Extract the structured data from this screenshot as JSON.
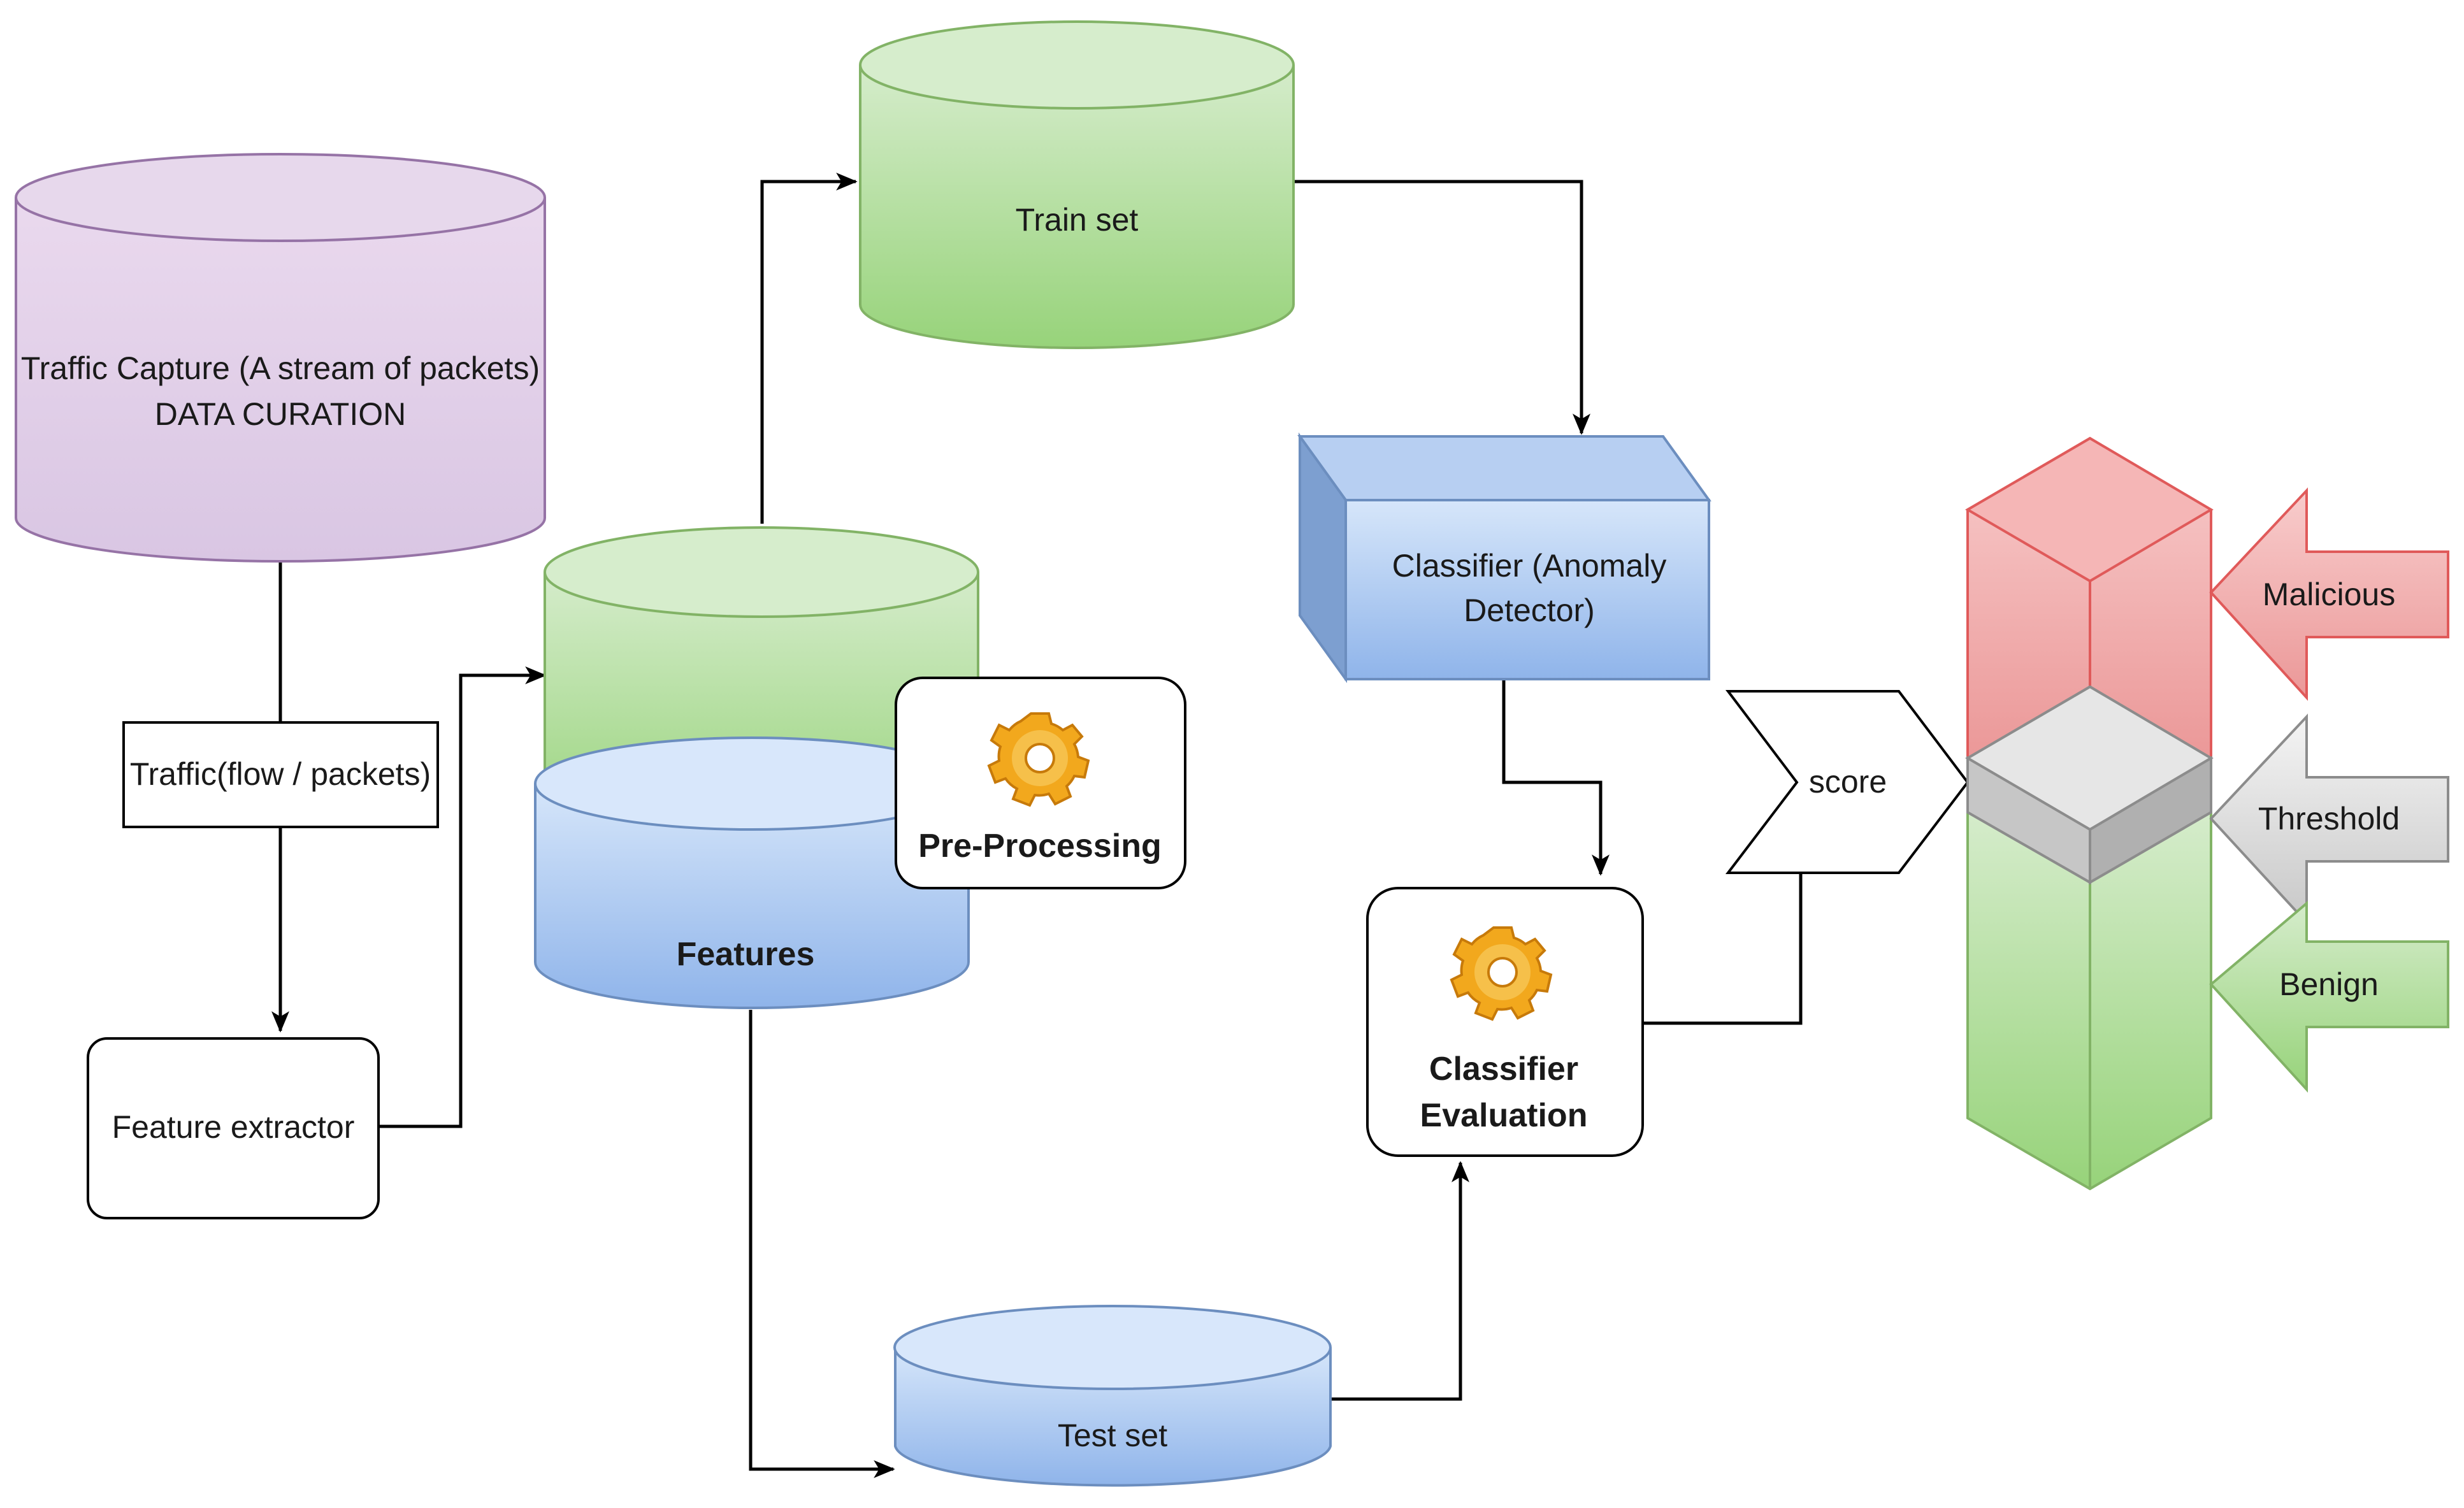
{
  "diagram": {
    "traffic_capture": {
      "line1": "Traffic Capture (A stream of packets)",
      "line2": "DATA CURATION"
    },
    "traffic_flow": "Traffic(flow / packets)",
    "feature_extractor": "Feature extractor",
    "features": "Features",
    "pre_processing": "Pre-Processing",
    "train_set": "Train set",
    "test_set": "Test set",
    "classifier": {
      "line1": "Classifier (Anomaly",
      "line2": "Detector)"
    },
    "classifier_evaluation": {
      "line1": "Classifier",
      "line2": "Evaluation"
    },
    "score": "score",
    "malicious": "Malicious",
    "threshold": "Threshold",
    "benign": "Benign"
  },
  "colors": {
    "purple_fill": "#e1d5e7",
    "purple_stroke": "#9673a6",
    "green_fill": "#a9d98f",
    "green_stroke": "#82b366",
    "blue_fill": "#a5c4ee",
    "blue_stroke": "#6c8ebf",
    "red_fill": "#f0a0a0",
    "red_stroke": "#e05a5a",
    "gray_fill": "#d0d0d0",
    "gray_stroke": "#8c8c8c",
    "gear": "#f0a020",
    "edge": "#000000"
  }
}
